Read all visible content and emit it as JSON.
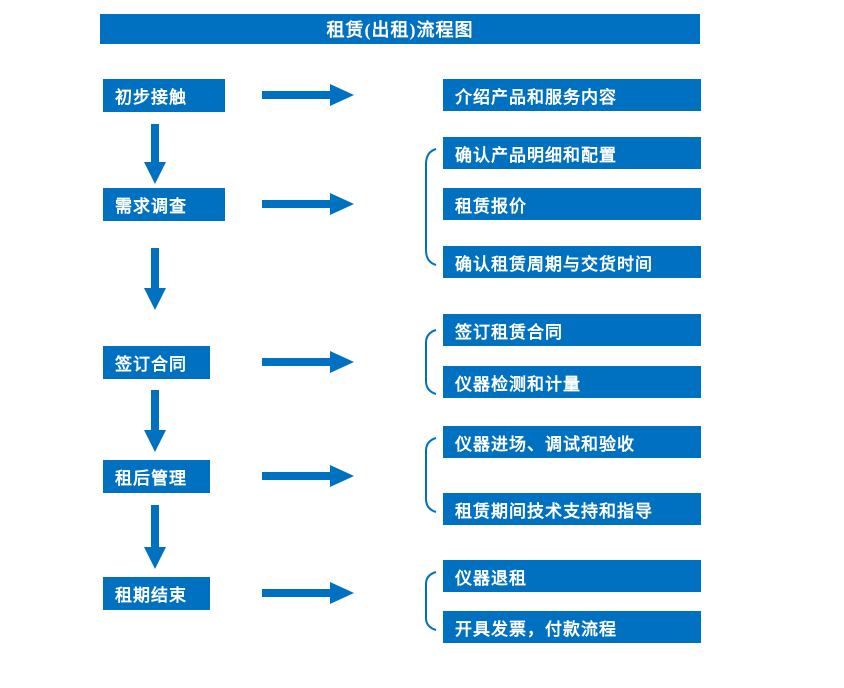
{
  "title": "租赁(出租)流程图",
  "colors": {
    "primary": "#0070C0",
    "text": "#FFFFFF",
    "background": "#FFFFFF"
  },
  "flow": {
    "steps": [
      {
        "label": "初步接触",
        "details": [
          "介绍产品和服务内容"
        ]
      },
      {
        "label": "需求调查",
        "details": [
          "确认产品明细和配置",
          "租赁报价",
          "确认租赁周期与交货时间"
        ]
      },
      {
        "label": "签订合同",
        "details": [
          "签订租赁合同",
          "仪器检测和计量"
        ]
      },
      {
        "label": "租后管理",
        "details": [
          "仪器进场、调试和验收",
          "租赁期间技术支持和指导"
        ]
      },
      {
        "label": "租期结束",
        "details": [
          "仪器退租",
          "开具发票，付款流程"
        ]
      }
    ]
  }
}
